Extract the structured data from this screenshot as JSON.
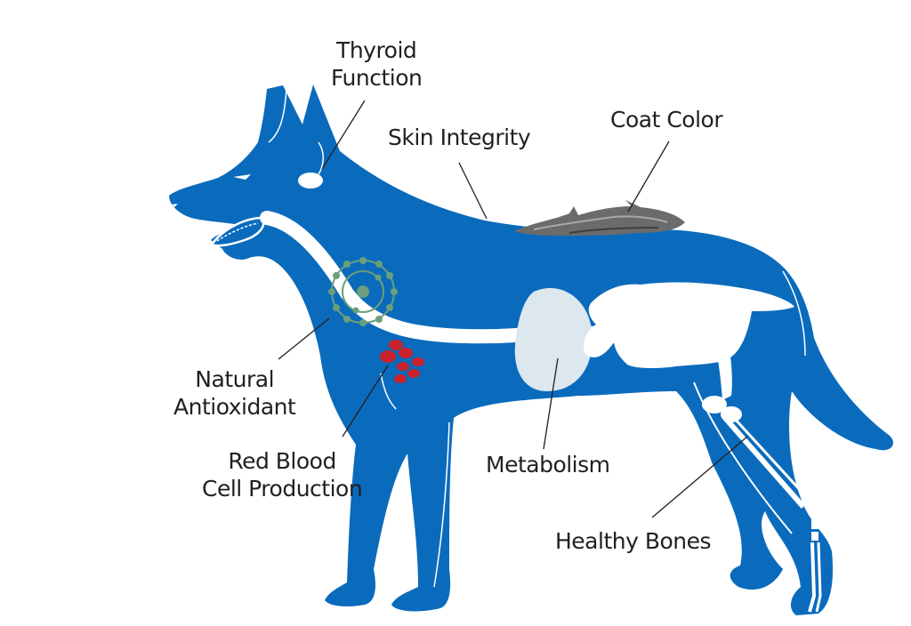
{
  "diagram": {
    "subject": "Dog body silhouette with labeled health functions",
    "colors": {
      "body": "#0a6bbd",
      "bones": "#ffffff",
      "stomach": "#dce7ee",
      "antioxidant": "#6a9e7c",
      "blood_cells": "#c8222c",
      "coat": "#6b6b6b",
      "leader_lines": "#231f20",
      "text": "#231f20"
    },
    "labels": {
      "thyroid": {
        "line1": "Thyroid",
        "line2": "Function"
      },
      "skin": {
        "line1": "Skin Integrity"
      },
      "coat": {
        "line1": "Coat Color"
      },
      "antioxidant": {
        "line1": "Natural",
        "line2": "Antioxidant"
      },
      "blood": {
        "line1": "Red Blood",
        "line2": "Cell Production"
      },
      "metabolism": {
        "line1": "Metabolism"
      },
      "bones": {
        "line1": "Healthy Bones"
      }
    }
  }
}
